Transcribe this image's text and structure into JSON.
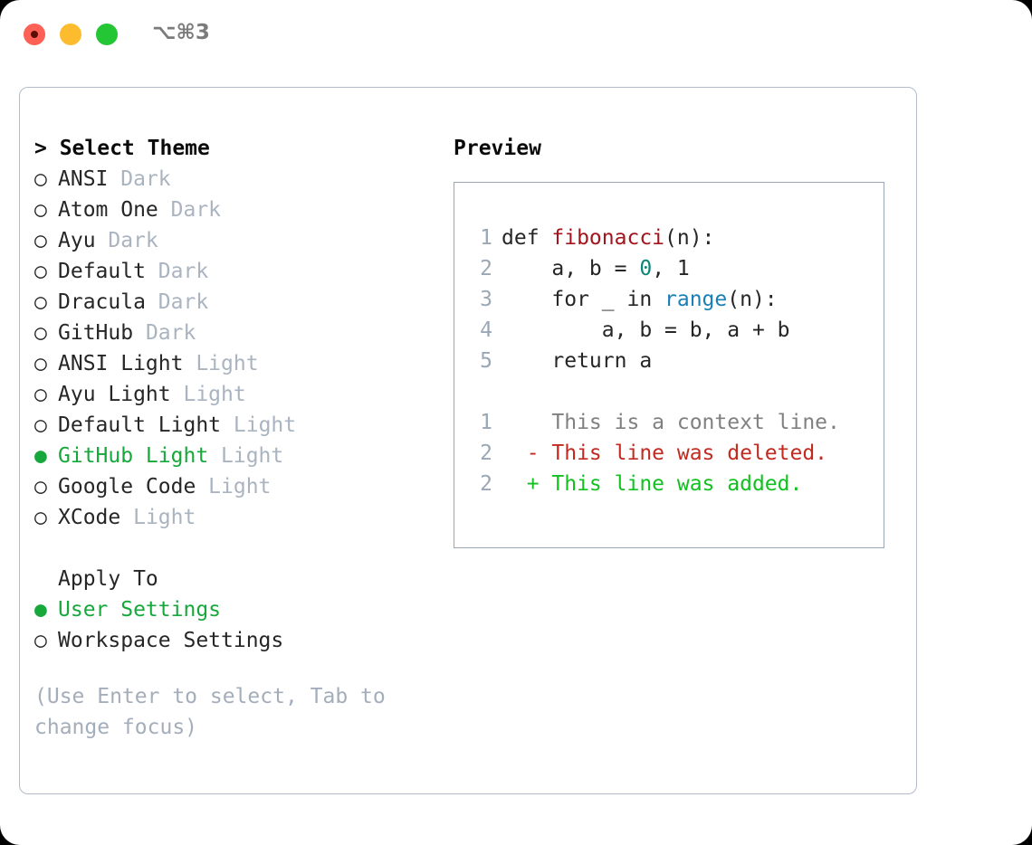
{
  "titlebar": {
    "traffic_lights": [
      "close",
      "minimize",
      "maximize"
    ],
    "shortcut": "⌥⌘3"
  },
  "theme_selector": {
    "header": "> Select Theme",
    "items": [
      {
        "bullet": "○",
        "name": "ANSI",
        "variant": "Dark",
        "selected": false
      },
      {
        "bullet": "○",
        "name": "Atom One",
        "variant": "Dark",
        "selected": false
      },
      {
        "bullet": "○",
        "name": "Ayu",
        "variant": "Dark",
        "selected": false
      },
      {
        "bullet": "○",
        "name": "Default",
        "variant": "Dark",
        "selected": false
      },
      {
        "bullet": "○",
        "name": "Dracula",
        "variant": "Dark",
        "selected": false
      },
      {
        "bullet": "○",
        "name": "GitHub",
        "variant": "Dark",
        "selected": false
      },
      {
        "bullet": "○",
        "name": "ANSI Light",
        "variant": "Light",
        "selected": false
      },
      {
        "bullet": "○",
        "name": "Ayu Light",
        "variant": "Light",
        "selected": false
      },
      {
        "bullet": "○",
        "name": "Default Light",
        "variant": "Light",
        "selected": false
      },
      {
        "bullet": "●",
        "name": "GitHub Light",
        "variant": "Light",
        "selected": true
      },
      {
        "bullet": "○",
        "name": "Google Code",
        "variant": "Light",
        "selected": false
      },
      {
        "bullet": "○",
        "name": "XCode",
        "variant": "Light",
        "selected": false
      }
    ]
  },
  "apply_to": {
    "header": "Apply To",
    "options": [
      {
        "bullet": "●",
        "label": "User Settings",
        "selected": true
      },
      {
        "bullet": "○",
        "label": "Workspace Settings",
        "selected": false
      }
    ]
  },
  "hint": "(Use Enter to select, Tab to change focus)",
  "preview": {
    "title": "Preview",
    "code_lines": [
      {
        "num": "1",
        "pre": "def ",
        "token": "fibonacci",
        "token_type": "fn",
        "post": "(n):"
      },
      {
        "num": "2",
        "pre": "    a, b = ",
        "token": "0",
        "token_type": "num",
        "post": ", 1"
      },
      {
        "num": "3",
        "pre": "    for _ in ",
        "token": "range",
        "token_type": "call",
        "post": "(n):"
      },
      {
        "num": "4",
        "pre": "        a, b = b, a + b",
        "token": "",
        "token_type": "",
        "post": ""
      },
      {
        "num": "5",
        "pre": "    return a",
        "token": "",
        "token_type": "",
        "post": ""
      }
    ],
    "diff_lines": [
      {
        "num": "1",
        "marker": " ",
        "text": "This is a context line.",
        "kind": "ctx"
      },
      {
        "num": "2",
        "marker": "-",
        "text": "This line was deleted.",
        "kind": "del"
      },
      {
        "num": "2",
        "marker": "+",
        "text": "This line was added.",
        "kind": "add"
      }
    ]
  },
  "colors": {
    "accent_green": "#17a83b",
    "dim_text": "#aab4c0",
    "hint_text": "#a4aebb",
    "panel_border": "#b2bdc9",
    "code_border": "#9aa7b4",
    "syntax_function": "#a3151c",
    "syntax_number": "#0a8577",
    "syntax_call": "#1a7fb5",
    "diff_context": "#808080",
    "diff_deleted": "#c22a1f",
    "diff_added": "#12c120"
  }
}
